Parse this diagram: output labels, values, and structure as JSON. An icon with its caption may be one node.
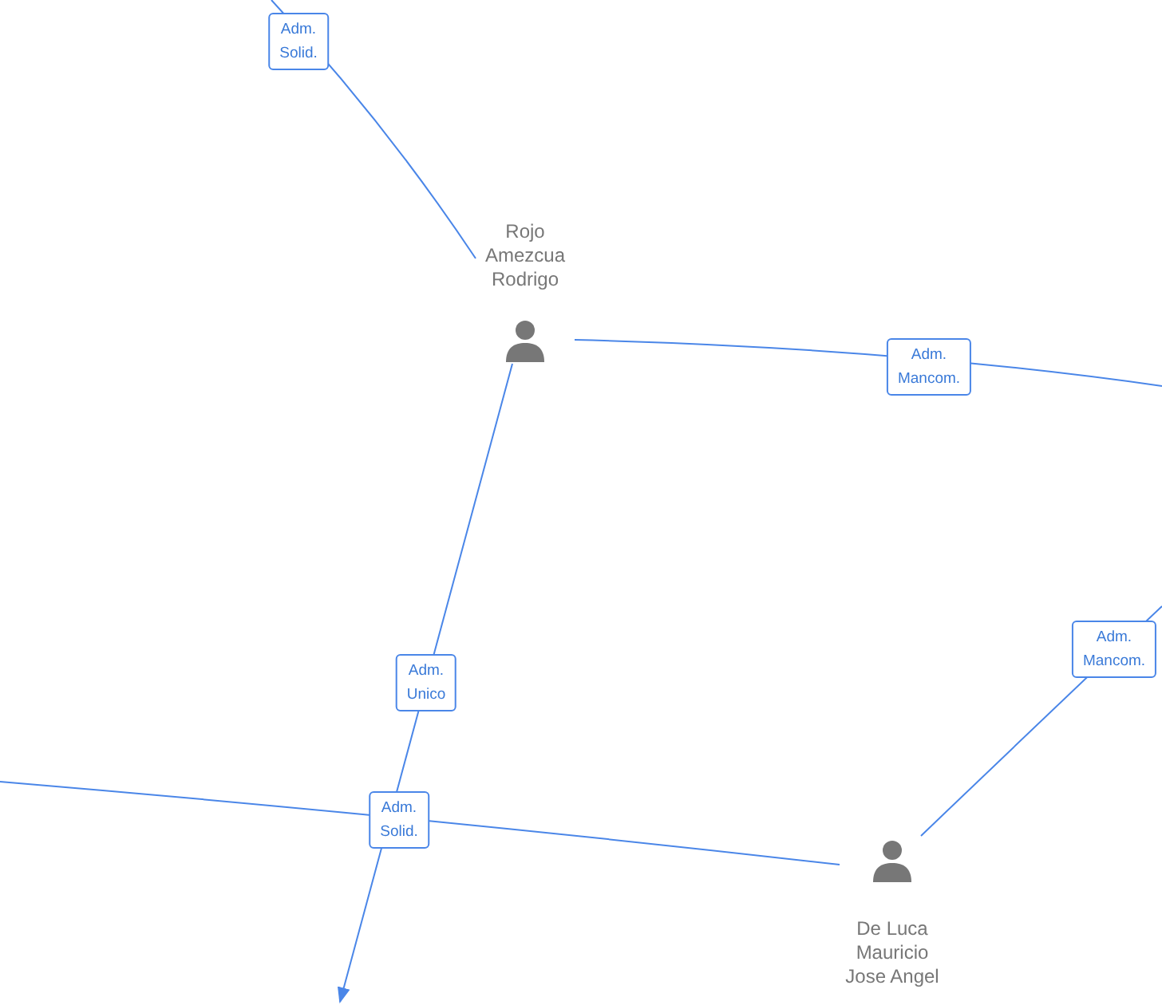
{
  "diagram": {
    "nodes": [
      {
        "text": [
          "Rojo Amezcua Rodrigo"
        ]
      },
      {
        "text": [
          "De Luca Mauricio Jose Angel"
        ]
      }
    ],
    "edges": [
      {
        "from": 0,
        "to": null,
        "arrow": "none",
        "label": "Adm. Solid."
      },
      {
        "from": 0,
        "to": null,
        "arrow": "none",
        "label": "Adm. Mancom."
      },
      {
        "from": 0,
        "to": null,
        "arrow": "to",
        "label": "Adm. Unico"
      },
      {
        "from": 1,
        "to": null,
        "arrow": "none",
        "label": "Adm. Mancom."
      },
      {
        "from": 1,
        "to": null,
        "arrow": "none",
        "label": "Adm. Solid."
      }
    ]
  }
}
